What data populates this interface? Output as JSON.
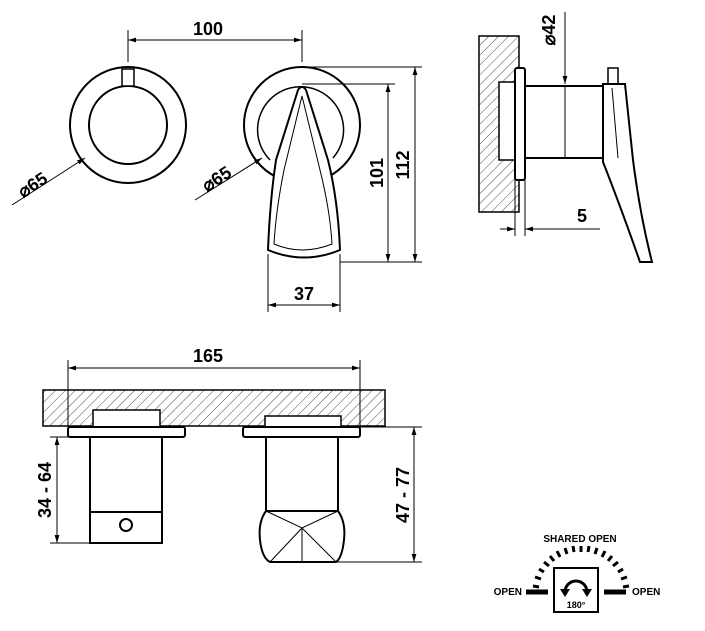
{
  "dimensions": {
    "top_spacing": "100",
    "knob_diameter": "65",
    "lever_plate_diameter": "65",
    "height_101": "101",
    "height_112": "112",
    "lever_width": "37",
    "body_diameter": "42",
    "plate_offset": "5",
    "overall_width": "165",
    "wall_depth_left": "34 - 64",
    "wall_depth_right": "47 - 77"
  },
  "diameter_symbol": "⌀",
  "rotation_legend": {
    "top_label": "SHARED OPEN",
    "left_label": "OPEN",
    "right_label": "OPEN",
    "angle_label": "180°"
  }
}
